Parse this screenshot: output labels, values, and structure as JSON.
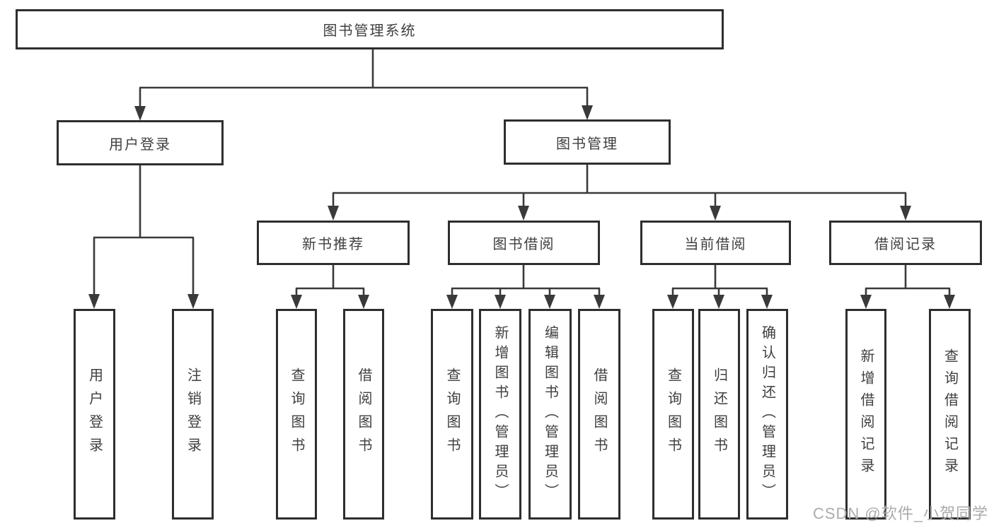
{
  "diagram": {
    "root": {
      "label": "图书管理系统"
    },
    "level2": {
      "user_login": {
        "label": "用户登录"
      },
      "book_mgmt": {
        "label": "图书管理"
      }
    },
    "level3": {
      "new_books": {
        "label": "新书推荐"
      },
      "book_borrow": {
        "label": "图书借阅"
      },
      "current_borrow": {
        "label": "当前借阅"
      },
      "borrow_records": {
        "label": "借阅记录"
      }
    },
    "leaves": {
      "user_login_action": {
        "label": "用户登录"
      },
      "logout": {
        "label": "注销登录"
      },
      "new_books_query": {
        "label": "查询图书"
      },
      "new_books_borrow": {
        "label": "借阅图书"
      },
      "borrow_query": {
        "label": "查询图书"
      },
      "borrow_add": {
        "label": "新增图书（管理员）"
      },
      "borrow_edit": {
        "label": "编辑图书（管理员）"
      },
      "borrow_borrow": {
        "label": "借阅图书"
      },
      "current_query": {
        "label": "查询图书"
      },
      "current_return": {
        "label": "归还图书"
      },
      "current_confirm": {
        "label": "确认归还（管理员）"
      },
      "records_add": {
        "label": "新增借阅记录"
      },
      "records_query": {
        "label": "查询借阅记录"
      }
    },
    "watermark": "CSDN @软件_小贺同学",
    "colors": {
      "line": "#3a3a3a",
      "border": "#2e2e2e",
      "text": "#3f3f3f",
      "watermark": "#ababab",
      "background": "#ffffff"
    }
  }
}
